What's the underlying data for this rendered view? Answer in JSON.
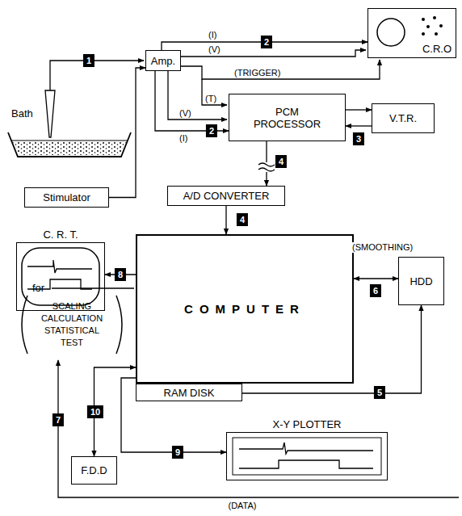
{
  "diagram": {
    "nodes": [
      {
        "text": [
          "Amp."
        ]
      },
      {
        "text": [
          "C.R.O"
        ]
      },
      {
        "text": [
          "PCM PROCESSOR"
        ]
      },
      {
        "text": [
          "V.T.R."
        ]
      },
      {
        "text": [
          "Stimulator"
        ]
      },
      {
        "text": [
          "A/D CONVERTER"
        ]
      },
      {
        "text": [
          "COMPUTER"
        ]
      },
      {
        "text": [
          "C. R. T."
        ]
      },
      {
        "text": [
          "HDD"
        ]
      },
      {
        "text": [
          "RAM DISK"
        ]
      },
      {
        "text": [
          "X-Y PLOTTER"
        ]
      },
      {
        "text": [
          "F.D.D"
        ]
      }
    ],
    "edges": [
      {
        "from": 0,
        "to": 1,
        "arrow": "to"
      },
      {
        "from": 0,
        "to": 2,
        "arrow": "to"
      },
      {
        "from": 4,
        "to": 0,
        "arrow": "to"
      },
      {
        "from": 2,
        "to": 3,
        "arrow": "to"
      },
      {
        "from": 3,
        "to": 2,
        "arrow": "to"
      },
      {
        "from": 2,
        "to": 5,
        "arrow": "to"
      },
      {
        "from": 5,
        "to": 6,
        "arrow": "to"
      },
      {
        "from": 6,
        "to": 8,
        "label": "(SMOOTHING)",
        "arrow": "both"
      },
      {
        "from": 6,
        "to": 7,
        "arrow": "to"
      },
      {
        "from": 9,
        "to": 8,
        "arrow": "to"
      },
      {
        "from": 6,
        "to": 10,
        "arrow": "to"
      },
      {
        "from": 11,
        "to": 6,
        "arrow": "both"
      }
    ],
    "labels": [
      "1",
      "2",
      "2",
      "3",
      "4",
      "4",
      "5",
      "6",
      "7",
      "8",
      "9",
      "10",
      "(I)",
      "(V)",
      "(TRIGGER)",
      "(T)",
      "(V)",
      "(I)",
      "Bath",
      "for",
      "SCALING CALCULATION STATISTICAL TEST",
      "(DATA)"
    ]
  }
}
